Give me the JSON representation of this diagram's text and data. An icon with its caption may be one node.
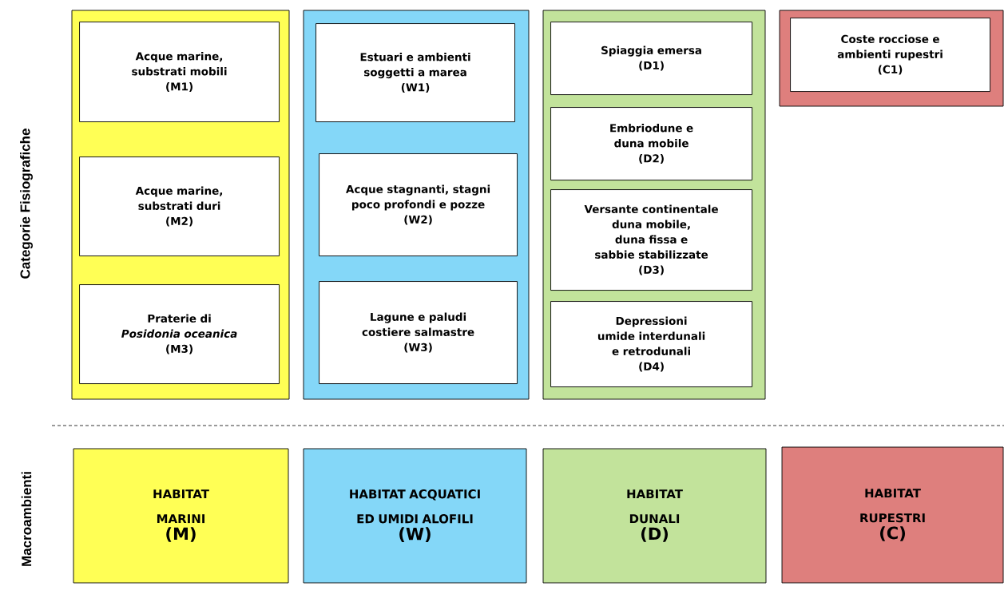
{
  "diagram": {
    "nodes": [
      {
        "text": [],
        "shape": "box"
      },
      {
        "text": [
          "Acque marine, substrati mobili",
          "(M1)"
        ],
        "in": 0
      },
      {
        "text": [
          "Acque marine, substrati duri",
          "(M2)"
        ],
        "in": 0
      },
      {
        "text": [
          "Praterie di *Posidonia oceanica*",
          "(M3)"
        ],
        "in": 0
      },
      {
        "text": [],
        "shape": "box"
      },
      {
        "text": [
          "Estuari e ambienti soggetti a marea",
          "(W1)"
        ],
        "in": 4
      },
      {
        "text": [
          "Acque stagnanti, stagni poco profondi e pozze",
          "(W2)"
        ],
        "in": 4
      },
      {
        "text": [
          "Lagune e paludi costiere salmastre",
          "(W3)"
        ],
        "in": 4
      },
      {
        "text": [],
        "shape": "box"
      },
      {
        "text": [
          "Spiaggia emersa",
          "(D1)"
        ],
        "in": 8
      },
      {
        "text": [
          "Embriodune e duna mobile",
          "(D2)"
        ],
        "in": 8
      },
      {
        "text": [
          "Versante continentale duna mobile, duna fissa e sabbie stabilizzate",
          "(D3)"
        ],
        "in": 8
      },
      {
        "text": [
          "Depressioni umide interdunali e retrodunali",
          "(D4)"
        ],
        "in": 8
      },
      {
        "text": [],
        "shape": "box"
      },
      {
        "text": [
          "Coste rocciose e ambienti rupestri",
          "(C1)"
        ],
        "in": 13
      },
      {
        "text": [
          "HABITAT MARINI",
          "(M)"
        ]
      },
      {
        "text": [
          "HABITAT ACQUATICI ED UMIDI ALOFILI",
          "(W)"
        ]
      },
      {
        "text": [
          "HABITAT DUNALI",
          "(D)"
        ]
      },
      {
        "text": [
          "HABITAT RUPESTRI",
          "(C)"
        ]
      }
    ],
    "labels": [
      "Categorie Fisiografiche",
      "Macroambienti"
    ]
  }
}
